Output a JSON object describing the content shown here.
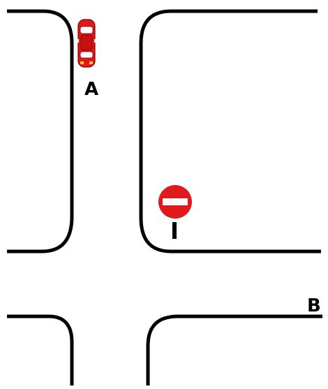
{
  "labels": {
    "point_a": "A",
    "point_b": "B"
  },
  "car": {
    "icon": "red-car-icon",
    "heading": "down",
    "color": "#e01a1a"
  },
  "sign": {
    "icon": "no-entry-sign-icon",
    "color": "#e01a1a",
    "bar_color": "#ffffff",
    "post_color": "#000000"
  },
  "colors": {
    "background": "#ffffff",
    "road_edge": "#000000"
  }
}
